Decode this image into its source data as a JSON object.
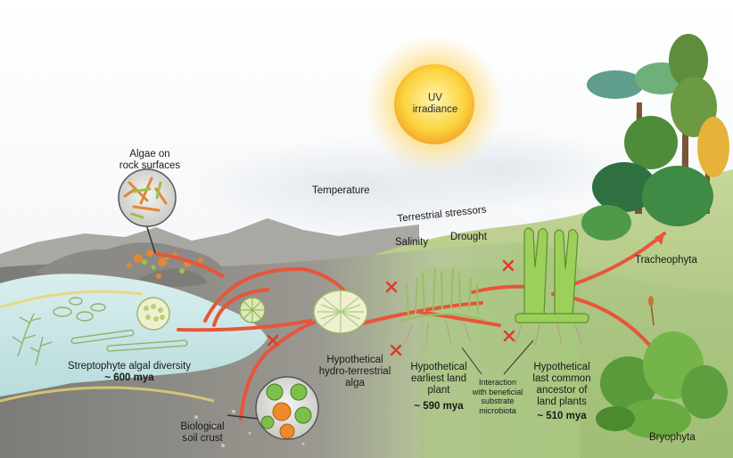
{
  "labels": {
    "uv": [
      "UV",
      "irradiance"
    ],
    "temperature": "Temperature",
    "stressors": "Terrestrial stressors",
    "salinity": "Salinity",
    "drought": "Drought",
    "algae_rock": [
      "Algae on",
      "rock surfaces"
    ],
    "streptophyte": "Streptophyte algal diversity",
    "streptophyte_age": "~ 600 mya",
    "hydro": [
      "Hypothetical",
      "hydro-terrestrial",
      "alga"
    ],
    "earliest": [
      "Hypothetical",
      "earliest land",
      "plant"
    ],
    "earliest_age": "~ 590 mya",
    "interaction": [
      "Interaction",
      "with beneficial",
      "substrate",
      "microbiota"
    ],
    "lca": [
      "Hypothetical",
      "last common",
      "ancestor of",
      "land plants"
    ],
    "lca_age": "~ 510 mya",
    "tracheophyta": "Tracheophyta",
    "bryophyta": "Bryophyta",
    "soil_crust": [
      "Biological",
      "soil crust"
    ]
  },
  "colors": {
    "arrow": "#e8553a",
    "cross": "#e03a2a",
    "sun": "#f7c02a",
    "water": "#c9e6e6",
    "ground": "#8f8d88",
    "hill": "#b9cf8e",
    "moss": "#8dbf4a"
  }
}
